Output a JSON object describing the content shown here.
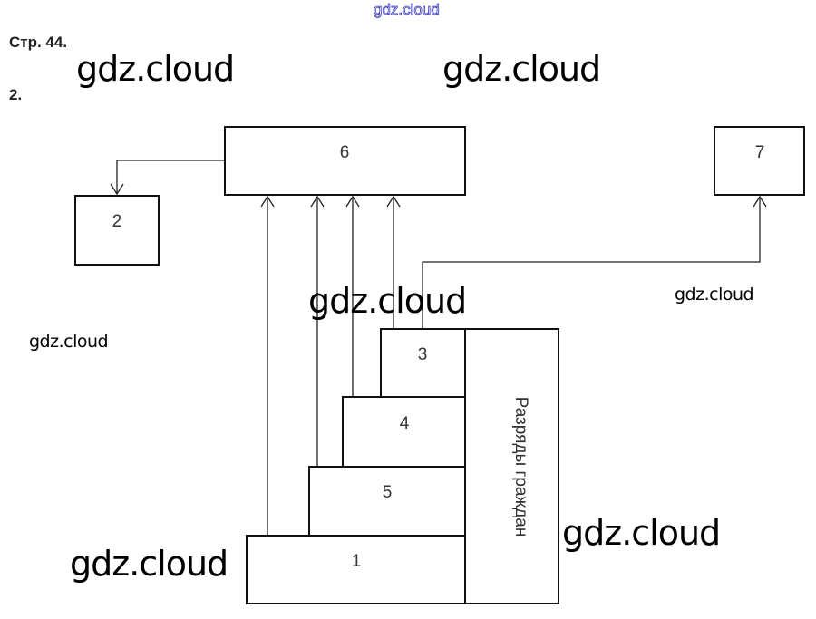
{
  "header": {
    "page_ref": "Стр. 44.",
    "task_number": "2."
  },
  "watermarks": {
    "top": "gdz.cloud",
    "big1": "gdz.cloud",
    "big2": "gdz.cloud",
    "big3": "gdz.cloud",
    "big4": "gdz.cloud",
    "big5": "gdz.cloud",
    "small1": "gdz.cloud",
    "small2": "gdz.cloud"
  },
  "diagram": {
    "boxes": {
      "b6": "6",
      "b2": "2",
      "b7": "7",
      "b3": "3",
      "b4": "4",
      "b5": "5",
      "b1": "1",
      "side": "Разряды граждан"
    }
  }
}
